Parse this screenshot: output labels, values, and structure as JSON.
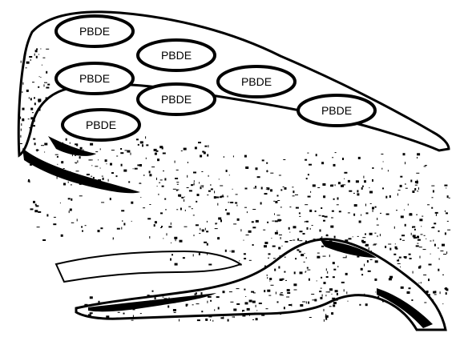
{
  "illustration": {
    "ink_color": "#000000",
    "background_color": "#ffffff",
    "labels": [
      "PBDE",
      "PBDE",
      "PBDE",
      "PBDE",
      "PBDE",
      "PBDE",
      "PBDE"
    ]
  }
}
